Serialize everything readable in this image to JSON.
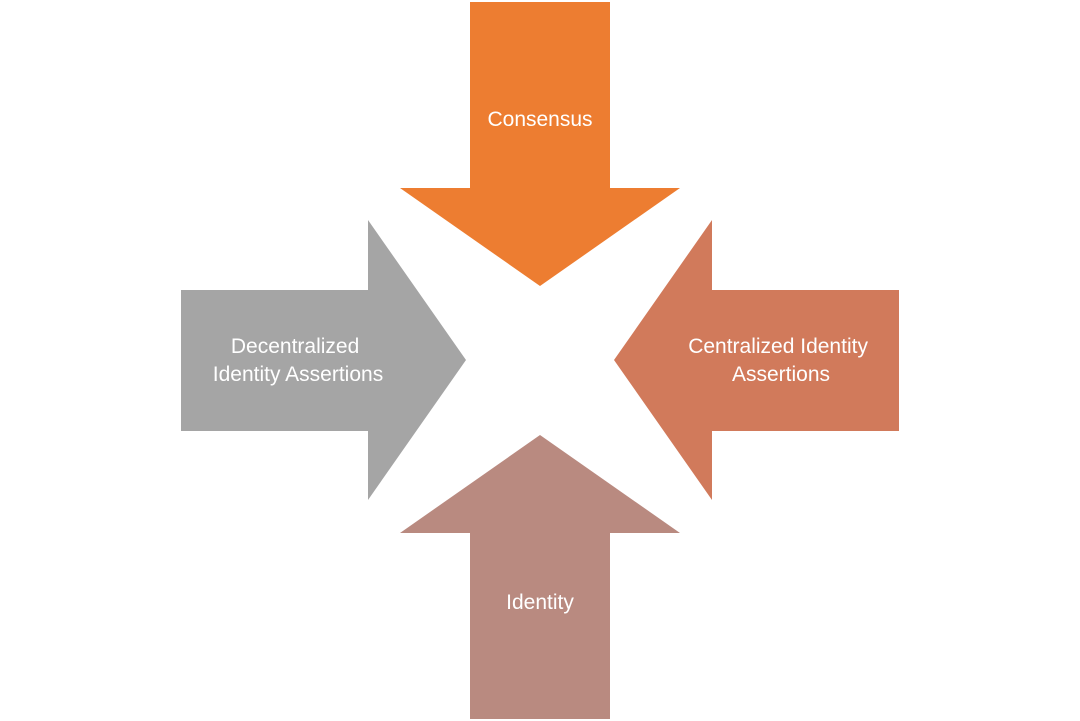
{
  "diagram": {
    "arrows": [
      {
        "id": "top",
        "lines": [
          "Consensus"
        ],
        "color": "#ED7D31"
      },
      {
        "id": "left",
        "lines": [
          "Decentralized",
          "Identity Assertions"
        ],
        "color": "#A5A5A5"
      },
      {
        "id": "right",
        "lines": [
          "Centralized Identity",
          "Assertions"
        ],
        "color": "#D17A5B"
      },
      {
        "id": "bottom",
        "lines": [
          "Identity"
        ],
        "color": "#B98A80"
      }
    ],
    "background": "#FFFFFF"
  }
}
